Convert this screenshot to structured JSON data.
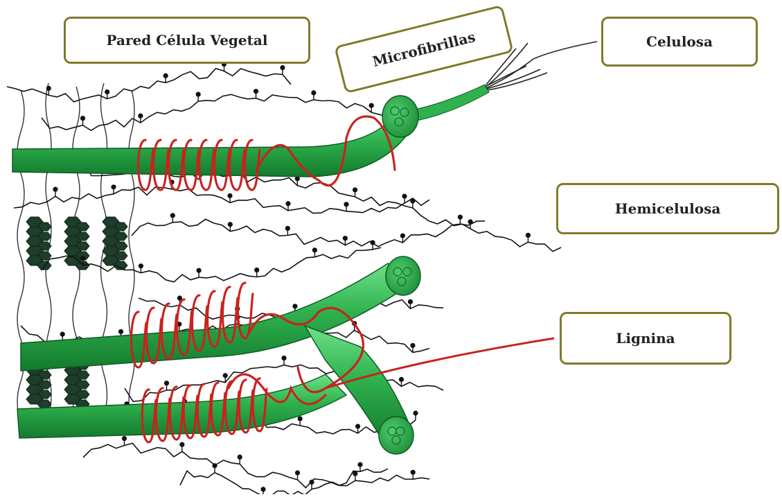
{
  "labels": {
    "pared": "Pared Célula Vegetal",
    "microfibrillas": "Microfibrillas",
    "celulosa": "Celulosa",
    "hemicelulosa": "Hemicelulosa",
    "lignina": "Lignina"
  },
  "colors": {
    "box_border": "#7f7a2a",
    "microfibril": "#2fb24d",
    "microfibril_dark": "#1a7a33",
    "lignin": "#c8231e",
    "hemicellulose": "#111111",
    "pectin": "#1e3d2a"
  }
}
